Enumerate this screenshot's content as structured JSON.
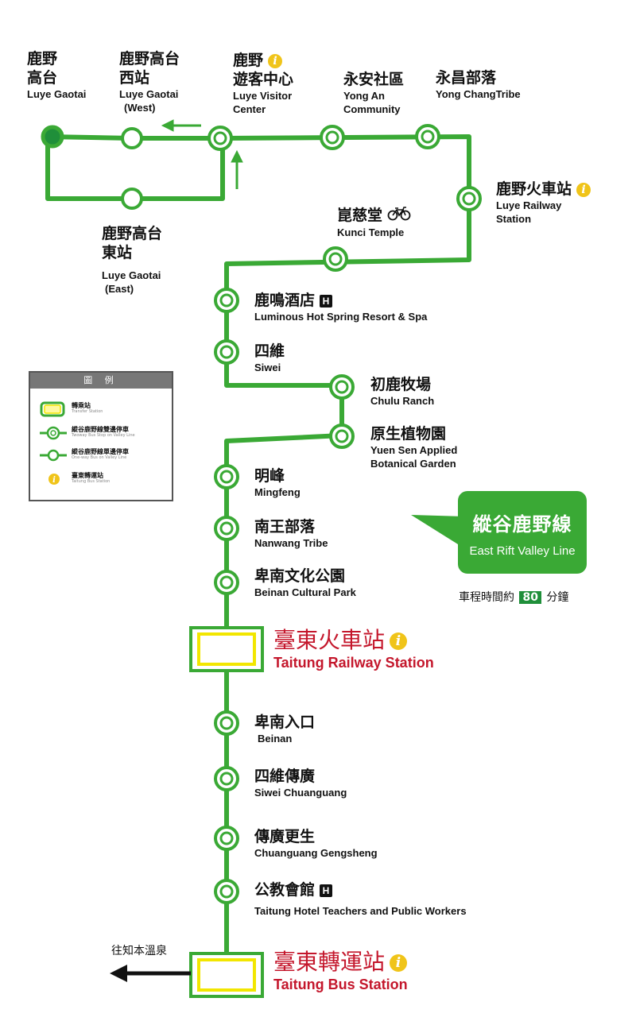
{
  "stations": {
    "gaotai": {
      "zh1": "鹿野",
      "zh2": "高台",
      "en1": "Luye Gaotai"
    },
    "gaotai_west": {
      "zh1": "鹿野高台",
      "zh2": "西站",
      "en1": "Luye Gaotai",
      "en2": "(West)"
    },
    "visitor_center": {
      "zh1": "鹿野",
      "zh2": "遊客中心",
      "en1": "Luye Visitor",
      "en2": "Center"
    },
    "yong_an": {
      "zh": "永安社區",
      "en1": "Yong An",
      "en2": "Community"
    },
    "yong_chang": {
      "zh": "永昌部落",
      "en": "Yong ChangTribe"
    },
    "luye_railway": {
      "zh": "鹿野火車站",
      "en1": "Luye Railway",
      "en2": "Station"
    },
    "kunci": {
      "zh": "崑慈堂",
      "en": "Kunci Temple"
    },
    "gaotai_east": {
      "zh1": "鹿野高台",
      "zh2": "東站",
      "en1": "Luye Gaotai",
      "en2": "(East)"
    },
    "luming": {
      "zh": "鹿鳴酒店",
      "en": "Luminous Hot Spring Resort & Spa"
    },
    "siwei": {
      "zh": "四維",
      "en": "Siwei"
    },
    "chulu": {
      "zh": "初鹿牧場",
      "en": "Chulu Ranch"
    },
    "yuensen": {
      "zh": "原生植物園",
      "en1": "Yuen Sen Applied",
      "en2": "Botanical Garden"
    },
    "mingfeng": {
      "zh": "明峰",
      "en": "Mingfeng"
    },
    "nanwang": {
      "zh": "南王部落",
      "en": "Nanwang Tribe"
    },
    "beinan_park": {
      "zh": "卑南文化公園",
      "en": "Beinan Cultural Park"
    },
    "taitung_railway": {
      "zh": "臺東火車站",
      "en": "Taitung Railway Station"
    },
    "beinan": {
      "zh": "卑南入口",
      "en": "Beinan"
    },
    "siwei_chuanguang": {
      "zh": "四維傳廣",
      "en": "Siwei Chuanguang"
    },
    "chuanguang": {
      "zh": "傳廣更生",
      "en": "Chuanguang Gengsheng"
    },
    "hotel_teachers": {
      "zh": "公教會館",
      "en": "Taitung Hotel Teachers and Public Workers"
    },
    "bus_station": {
      "zh": "臺東轉運站",
      "en": "Taitung Bus Station"
    }
  },
  "legend": {
    "title": "圖 例",
    "items": [
      {
        "zh": "轉乘站",
        "en": "Transfer Station"
      },
      {
        "zh": "縱谷鹿野線雙邊停車",
        "en": "Twoway Bus Stop on Valley Line"
      },
      {
        "zh": "縱谷鹿野線單邊停車",
        "en": "One-way Bus on Valley Line"
      },
      {
        "zh": "臺東轉運站",
        "en": "Taitung Bus Station"
      }
    ]
  },
  "line_name": {
    "zh": "縱谷鹿野線",
    "en": "East Rift Valley Line"
  },
  "duration": {
    "prefix": "車程時間約",
    "value": "80",
    "suffix": "分鐘"
  },
  "destination": "往知本溫泉",
  "colors": {
    "route": "#3aa935",
    "stop_fill": "#ffffff",
    "stop_solid": "#1f8f3a",
    "transfer_fill": "#fff8a0",
    "red": "#c4172c",
    "info": "#f0c419"
  },
  "icons": {
    "info": "info-icon",
    "hotel": "hotel-icon",
    "bicycle": "bicycle-icon",
    "arrow": "arrow-left-icon"
  }
}
